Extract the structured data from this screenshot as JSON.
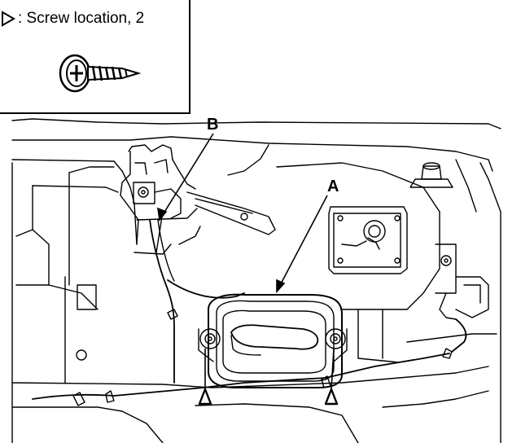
{
  "legend": {
    "screw_symbol": "triangle-marker",
    "screw_text": ": Screw location, 2"
  },
  "callouts": {
    "a_label": "A",
    "b_label": "B"
  },
  "icons": {
    "screw": "screw-icon",
    "triangle": "triangle-icon"
  },
  "colors": {
    "ink": "#000000",
    "paper": "#ffffff"
  }
}
